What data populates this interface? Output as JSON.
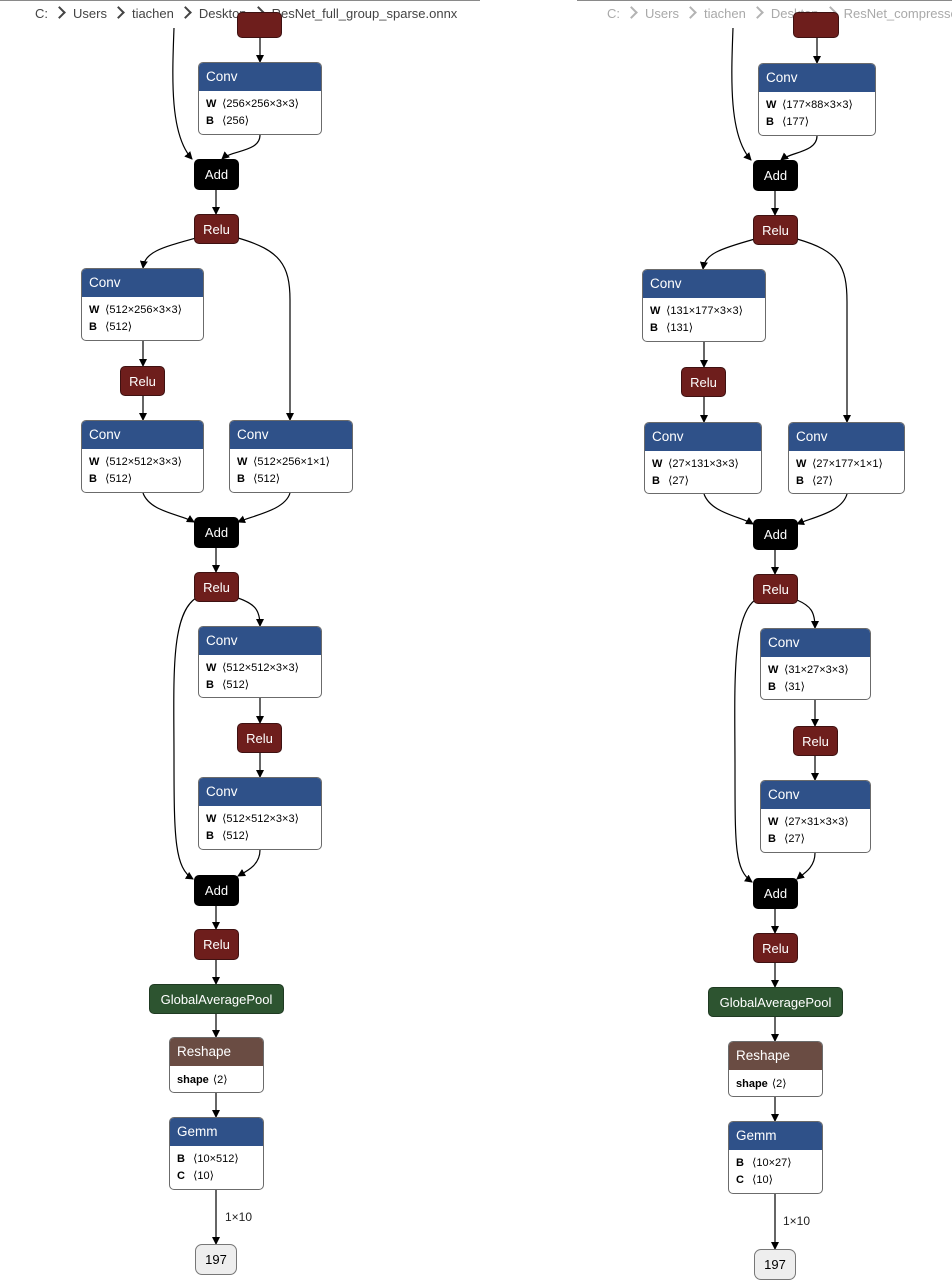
{
  "left": {
    "breadcrumb": [
      "C:",
      "Users",
      "tiachen",
      "Desktop",
      "ResNet_full_group_sparse.onnx"
    ],
    "conv1": {
      "title": "Conv",
      "w_key": "W",
      "w": "⟨256×256×3×3⟩",
      "b_key": "B",
      "b": "⟨256⟩"
    },
    "add1": "Add",
    "relu1": "Relu",
    "conv2": {
      "title": "Conv",
      "w_key": "W",
      "w": "⟨512×256×3×3⟩",
      "b_key": "B",
      "b": "⟨512⟩"
    },
    "relu2": "Relu",
    "conv3": {
      "title": "Conv",
      "w_key": "W",
      "w": "⟨512×512×3×3⟩",
      "b_key": "B",
      "b": "⟨512⟩"
    },
    "conv4": {
      "title": "Conv",
      "w_key": "W",
      "w": "⟨512×256×1×1⟩",
      "b_key": "B",
      "b": "⟨512⟩"
    },
    "add2": "Add",
    "relu3": "Relu",
    "conv5": {
      "title": "Conv",
      "w_key": "W",
      "w": "⟨512×512×3×3⟩",
      "b_key": "B",
      "b": "⟨512⟩"
    },
    "relu4": "Relu",
    "conv6": {
      "title": "Conv",
      "w_key": "W",
      "w": "⟨512×512×3×3⟩",
      "b_key": "B",
      "b": "⟨512⟩"
    },
    "add3": "Add",
    "relu5": "Relu",
    "pool": "GlobalAveragePool",
    "reshape": {
      "title": "Reshape",
      "key": "shape",
      "value": "⟨2⟩"
    },
    "gemm": {
      "title": "Gemm",
      "b_key": "B",
      "b": "⟨10×512⟩",
      "c_key": "C",
      "c": "⟨10⟩"
    },
    "edge_label": "1×10",
    "output": "197"
  },
  "right": {
    "breadcrumb": [
      "C:",
      "Users",
      "tiachen",
      "Desktop",
      "ResNet_compressed.onnx"
    ],
    "conv1": {
      "title": "Conv",
      "w_key": "W",
      "w": "⟨177×88×3×3⟩",
      "b_key": "B",
      "b": "⟨177⟩"
    },
    "add1": "Add",
    "relu1": "Relu",
    "conv2": {
      "title": "Conv",
      "w_key": "W",
      "w": "⟨131×177×3×3⟩",
      "b_key": "B",
      "b": "⟨131⟩"
    },
    "relu2": "Relu",
    "conv3": {
      "title": "Conv",
      "w_key": "W",
      "w": "⟨27×131×3×3⟩",
      "b_key": "B",
      "b": "⟨27⟩"
    },
    "conv4": {
      "title": "Conv",
      "w_key": "W",
      "w": "⟨27×177×1×1⟩",
      "b_key": "B",
      "b": "⟨27⟩"
    },
    "add2": "Add",
    "relu3": "Relu",
    "conv5": {
      "title": "Conv",
      "w_key": "W",
      "w": "⟨31×27×3×3⟩",
      "b_key": "B",
      "b": "⟨31⟩"
    },
    "relu4": "Relu",
    "conv6": {
      "title": "Conv",
      "w_key": "W",
      "w": "⟨27×31×3×3⟩",
      "b_key": "B",
      "b": "⟨27⟩"
    },
    "add3": "Add",
    "relu5": "Relu",
    "pool": "GlobalAveragePool",
    "reshape": {
      "title": "Reshape",
      "key": "shape",
      "value": "⟨2⟩"
    },
    "gemm": {
      "title": "Gemm",
      "b_key": "B",
      "b": "⟨10×27⟩",
      "c_key": "C",
      "c": "⟨10⟩"
    },
    "edge_label": "1×10",
    "output": "197"
  },
  "colors": {
    "conv_header": "#2f5189",
    "relu": "#6e1e1c",
    "add": "#000000",
    "pool": "#2d5430",
    "reshape_header": "#6a4c43",
    "output_fill": "#eeeeee"
  }
}
